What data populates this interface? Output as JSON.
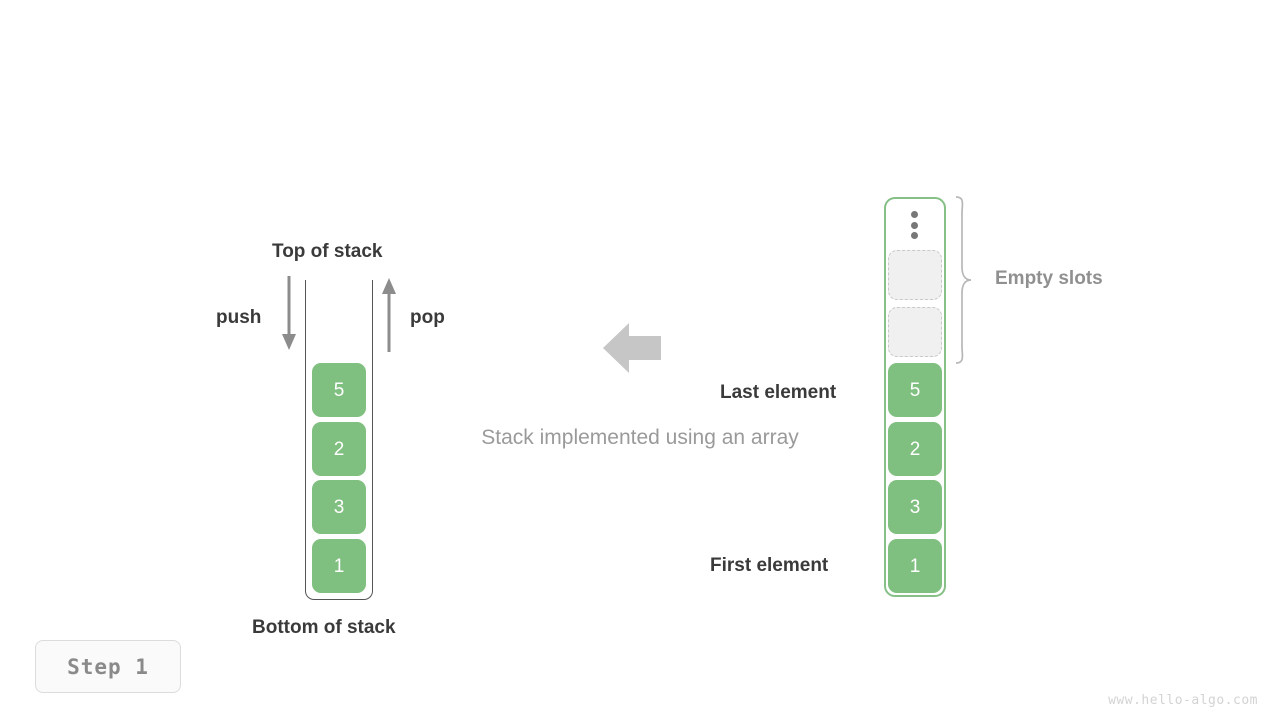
{
  "diagram": {
    "caption": "Stack implemented using an array",
    "step_badge": "Step 1",
    "watermark": "www.hello-algo.com"
  },
  "colors": {
    "cell_green": "#7fbf7f",
    "array_border_green": "#86c086",
    "container_grey": "#555555",
    "label_dark": "#3a3a3a",
    "label_grey": "#909090",
    "caption_grey": "#9a9a9a",
    "arrow_grey": "#c6c6c6",
    "empty_slot_fill": "#f0f0f0",
    "empty_slot_border": "#c9c9c9"
  },
  "left_stack": {
    "top_label": "Top of stack",
    "bottom_label": "Bottom of stack",
    "push_label": "push",
    "pop_label": "pop",
    "push_direction": "down",
    "pop_direction": "up",
    "cells": [
      {
        "value": "5"
      },
      {
        "value": "2"
      },
      {
        "value": "3"
      },
      {
        "value": "1"
      }
    ]
  },
  "right_array": {
    "empty_slots_label": "Empty slots",
    "last_element_label": "Last element",
    "first_element_label": "First element",
    "ellipsis": "vertical-ellipsis",
    "empty_slot_count": 2,
    "cells": [
      {
        "value": "5"
      },
      {
        "value": "2"
      },
      {
        "value": "3"
      },
      {
        "value": "1"
      }
    ]
  },
  "icons": {
    "center_arrow": "arrow-left-icon",
    "push_arrow": "arrow-down-icon",
    "pop_arrow": "arrow-up-icon",
    "brace": "curly-brace-icon",
    "ellipsis": "vertical-ellipsis-icon"
  }
}
